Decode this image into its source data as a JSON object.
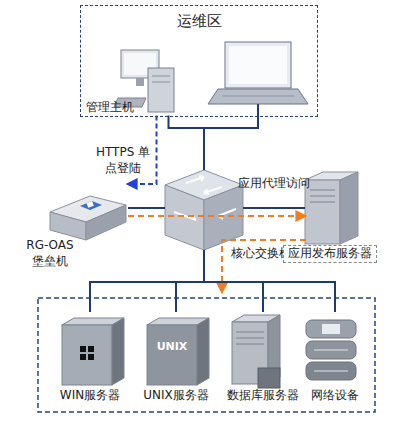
{
  "diagram": {
    "nodes": [
      {
        "text": [
          "运维区"
        ]
      },
      {
        "text": [
          "管理主机"
        ],
        "in": 0
      },
      {
        "text": [
          "RG-OAS 堡垒机"
        ]
      },
      {
        "text": [
          "核心交换机"
        ]
      },
      {
        "text": [
          "应用发布服务器"
        ]
      },
      {
        "text": [
          "WIN服务器"
        ]
      },
      {
        "text": [
          "UNIX服务器"
        ]
      },
      {
        "text": [
          "数据库服务器"
        ]
      },
      {
        "text": [
          "网络设备"
        ]
      }
    ],
    "edges": [
      {
        "from": 1,
        "to": 3,
        "arrow": "none"
      },
      {
        "from": 3,
        "to": 2,
        "arrow": "none"
      },
      {
        "from": 3,
        "to": 4,
        "arrow": "none"
      },
      {
        "from": 3,
        "to": 5,
        "arrow": "none"
      },
      {
        "from": 3,
        "to": 6,
        "arrow": "none"
      },
      {
        "from": 3,
        "to": 7,
        "arrow": "none"
      },
      {
        "from": 3,
        "to": 8,
        "arrow": "none"
      },
      {
        "from": 1,
        "to": 2,
        "label": "HTTPS 单点登陆",
        "arrow": "to"
      },
      {
        "from": 2,
        "to": 4,
        "label": "应用代理访问",
        "arrow": "to"
      }
    ],
    "labels": [
      "UNIX"
    ]
  }
}
